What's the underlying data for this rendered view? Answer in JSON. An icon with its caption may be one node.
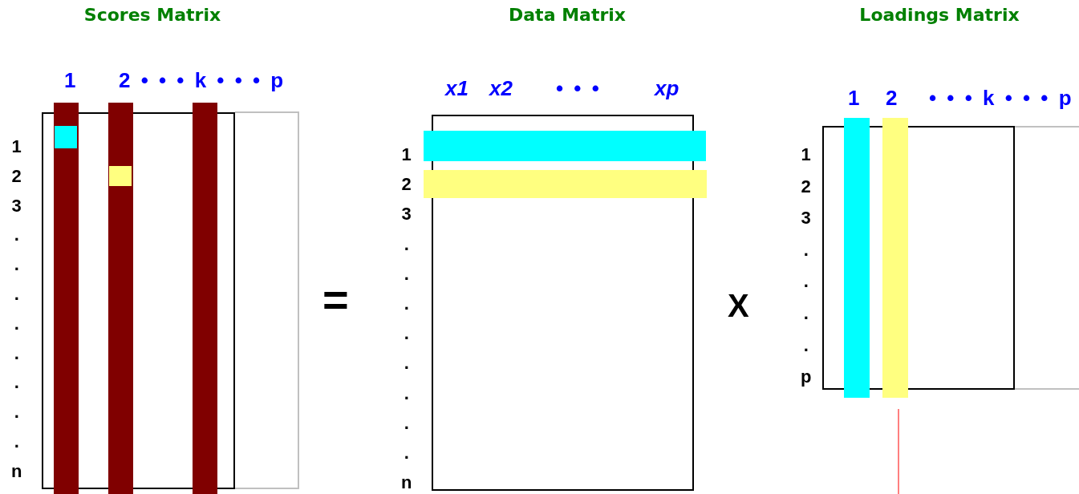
{
  "diagram": {
    "labels": [
      "Scores Matrix",
      "Data Matrix",
      "Loadings Matrix",
      "1",
      "2 • • • k • • • p",
      "1 2 3 . . . . . . . . n",
      "=",
      "x1",
      "x2",
      "• • •",
      "xp",
      "1 2 3 . . . . . . . . n",
      "X",
      "1",
      "2",
      "• • • k • • • p",
      "1 2 3 . . . . p"
    ]
  }
}
